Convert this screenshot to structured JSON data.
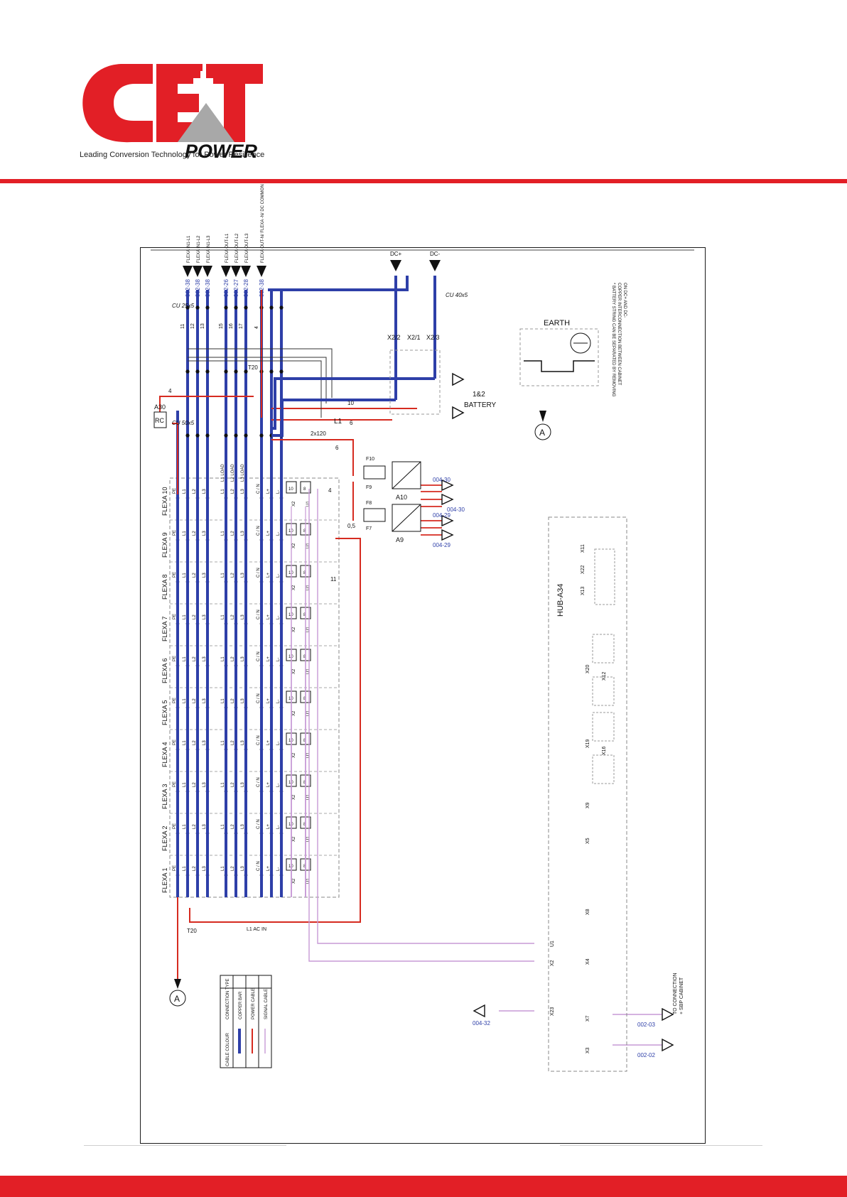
{
  "header": {
    "logo": {
      "text": "CE+T",
      "brand_color": "#e21f26",
      "triangle_color": "#a8a8a8"
    },
    "power_word": "POWER",
    "tagline": "Leading Conversion Technology for Power Resilience"
  },
  "diagram": {
    "rotation_note": "rotated 90 degrees counter-clockwise",
    "colors": {
      "copper_bar": "#2e3fa8",
      "power_cable": "#d62b20",
      "signal_cable": "#c79ad6"
    },
    "modules": [
      "FLEXA 1",
      "FLEXA 2",
      "FLEXA 3",
      "FLEXA 4",
      "FLEXA 5",
      "FLEXA 6",
      "FLEXA 7",
      "FLEXA 8",
      "FLEXA 9",
      "FLEXA 10"
    ],
    "module_terminals": [
      "PE",
      "L1",
      "L2",
      "L3",
      "L1",
      "L2",
      "L3",
      "C / N",
      "L+",
      "L-"
    ],
    "module_connectors": {
      "x2": "X2",
      "u1": "U1",
      "ten": "10",
      "eight": "8"
    },
    "load_labels": [
      "L1 LOAD",
      "L2 LOAD",
      "L3 LOAD"
    ],
    "inputs": [
      {
        "ref": "002-38",
        "name": "FLEXA IN1-L1",
        "wire": "11"
      },
      {
        "ref": "002-38",
        "name": "FLEXA IN1-L2",
        "wire": "12"
      },
      {
        "ref": "002-38",
        "name": "FLEXA IN1-L3",
        "wire": "13"
      },
      {
        "ref": "002-26",
        "name": "FLEXA OUT-L1",
        "wire": "15"
      },
      {
        "ref": "002-27",
        "name": "FLEXA OUT-L2",
        "wire": "16"
      },
      {
        "ref": "002-28",
        "name": "FLEXA OUT-L3",
        "wire": "17"
      },
      {
        "ref": "002-38",
        "name": "FLEXA OUT-N/ FLEXA -N/ DC COMMON",
        "wire": "4"
      }
    ],
    "labels": {
      "cu25": "CU 25x5",
      "cu50": "CU 50x5",
      "cu40": "CU 40x5",
      "a30": "A30",
      "rc": "RC",
      "t20a": "T20",
      "t20b": "T20",
      "dcp": "DC+",
      "dcm": "DC-",
      "x22": "X2/2",
      "x21": "X2/1",
      "x23": "X2/3",
      "battery": "BATTERY",
      "battery_num": "1&2",
      "earth": "EARTH",
      "l1": "L1",
      "cable_2x120": "2x120",
      "w10": "10",
      "w6a": "6",
      "w6b": "6",
      "w4a": "4",
      "w4b": "4",
      "w05": "0,5",
      "w11": "11",
      "a10": "A10",
      "a9": "A9",
      "f10": "F10",
      "f9": "F9",
      "f8": "F8",
      "f7": "F7",
      "ref1": "004-30",
      "ref2": "004-30",
      "ref3": "004-29",
      "ref4": "004-29",
      "l1acin": "L1 AC IN",
      "hub": "HUB-A34",
      "x13": "X13",
      "x22h": "X22",
      "x11": "X11",
      "x20": "X20",
      "x12": "X12",
      "x19": "X19",
      "x16": "X16",
      "x9": "X9",
      "x5": "X5",
      "x8": "X8",
      "x4": "X4",
      "x7": "X7",
      "x3": "X3",
      "u1": "U1",
      "x2": "X2",
      "x23h": "X23",
      "ref_00432": "004-32",
      "ref_00203": "002-03",
      "ref_00202": "002-02",
      "to_connection": "TO CONNECTION",
      "sbp": "+ SBP CABINET",
      "battery_note_1": "* BATTERY STRING CAN BE SEPARATED BY REMOVING",
      "battery_note_2": "COPPER INTERCONNECTION BETWEEN CABINET",
      "battery_note_3": "ON DC+ AND DC-",
      "anno_a": "A"
    },
    "legend": {
      "headers": [
        "CABLE COLOUR",
        "CONNECTION TYPE"
      ],
      "rows": [
        "COPPER BAR",
        "POWER CABLE",
        "SIGNAL CABLE"
      ]
    }
  }
}
